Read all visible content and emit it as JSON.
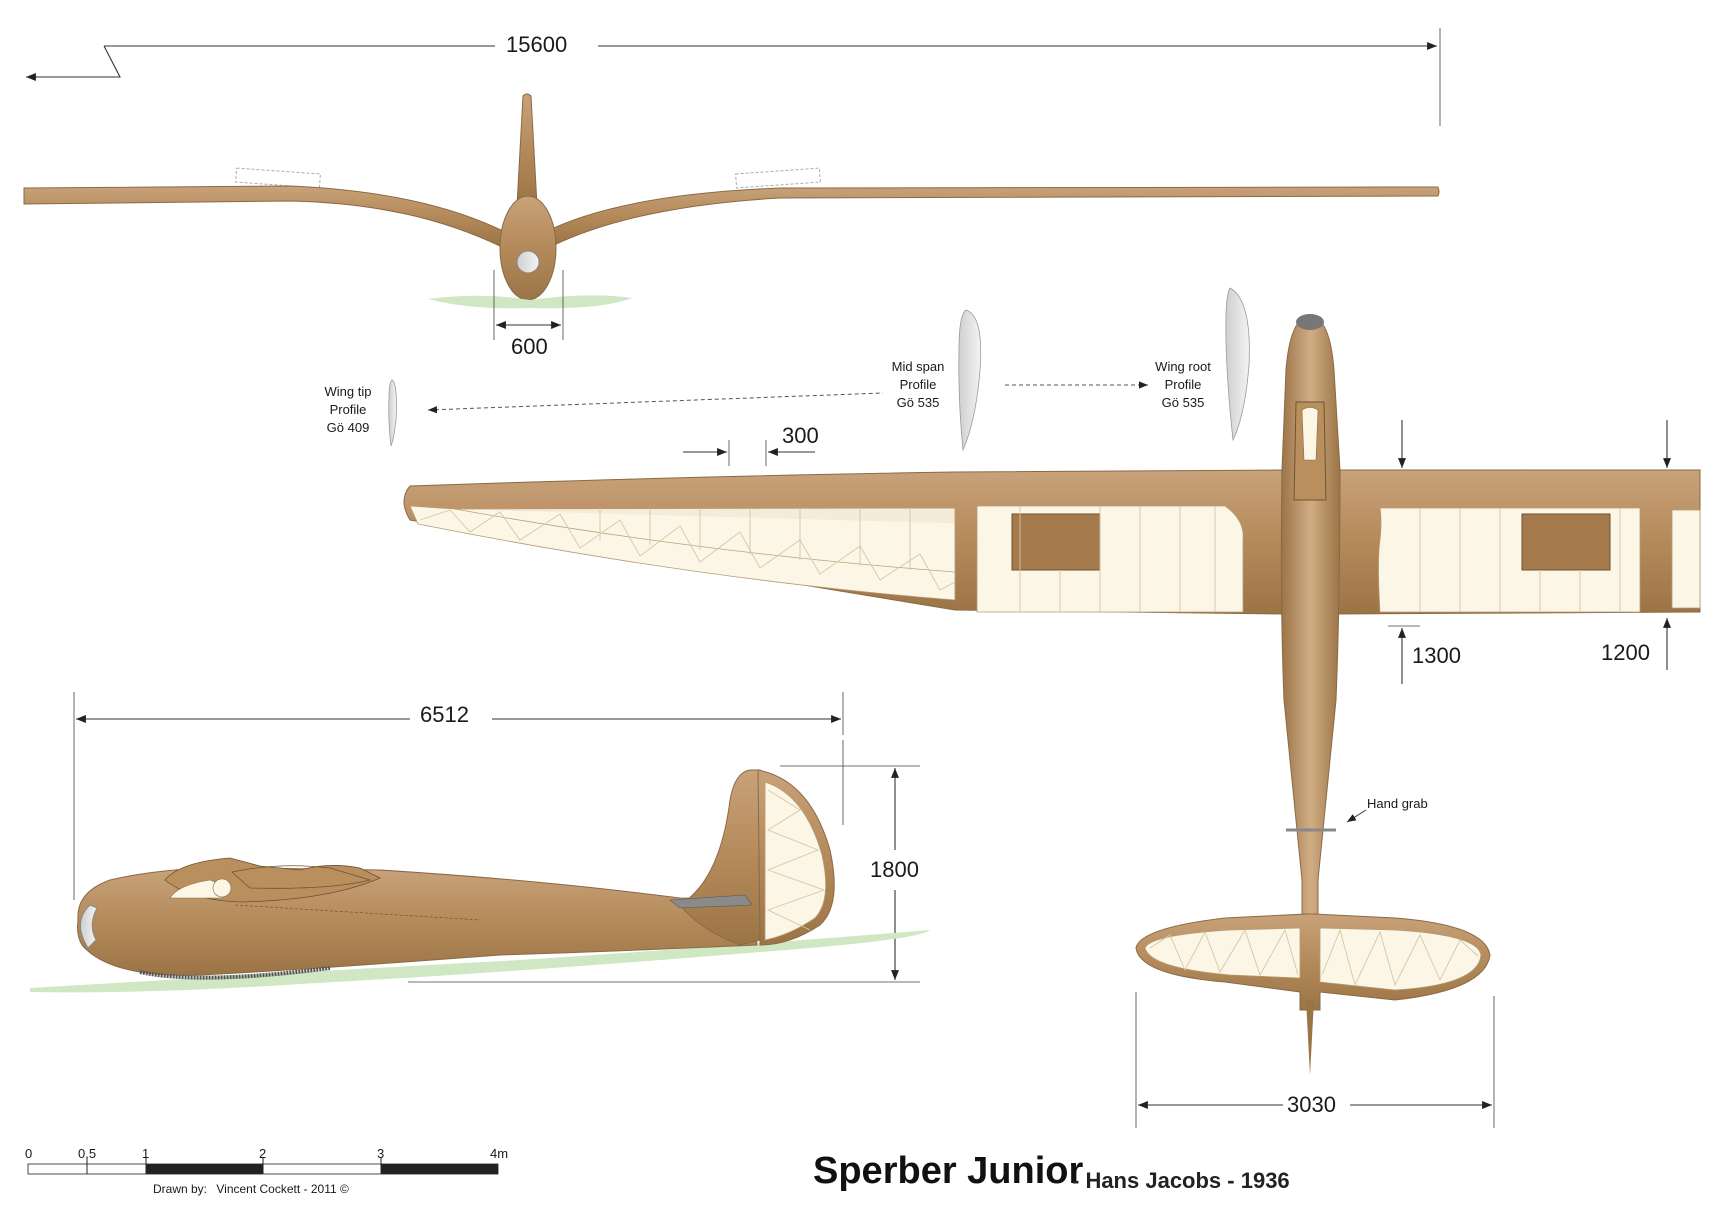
{
  "dimensions": {
    "span": "15600",
    "front_track": "600",
    "length": "6512",
    "height": "1800",
    "tailplane_span": "3030",
    "root_chord": "1300",
    "chord_at_break": "1200",
    "aileron_offset": "300"
  },
  "profiles": {
    "tip": {
      "line1": "Wing tip",
      "line2": "Profile",
      "line3": "Gö 409"
    },
    "mid": {
      "line1": "Mid span",
      "line2": "Profile",
      "line3": "Gö 535"
    },
    "root": {
      "line1": "Wing root",
      "line2": "Profile",
      "line3": "Gö 535"
    }
  },
  "labels": {
    "hand_grab": "Hand grab"
  },
  "scale_bar": {
    "ticks": [
      "0",
      "0.5",
      "1",
      "2",
      "3",
      "4m"
    ]
  },
  "credits": {
    "drawn_by_label": "Drawn by:",
    "author": "Vincent Cockett - 2011 ©"
  },
  "title": {
    "name": "Sperber Junior",
    "subtitle": "- Hans Jacobs - 1936"
  },
  "colors": {
    "wood_light": "#c9a27a",
    "wood_dark": "#9b7446",
    "fabric": "#fbf6e6",
    "grass": "#cfe7c2"
  }
}
